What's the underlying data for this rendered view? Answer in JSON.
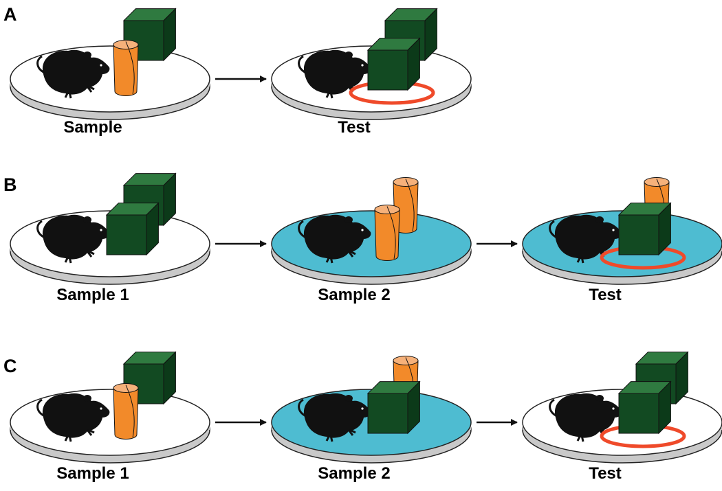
{
  "colors": {
    "arena_white": "#ffffff",
    "arena_blue": "#4ebcd1",
    "arena_edge": "#c9c9c9",
    "cube_front": "#124a22",
    "cube_top": "#2f7a40",
    "cube_side": "#0c3a19",
    "cylinder": "#f28a2a",
    "cylinder_top": "#f6b17a",
    "rat": "#111111",
    "target_ring": "#ef4a2a",
    "arrow": "#111111"
  },
  "panels": [
    {
      "letter": "A",
      "stages": [
        {
          "label": "Sample",
          "arena": "white",
          "objects": [
            "cube-back",
            "cylinder-front"
          ],
          "highlight": false
        },
        {
          "label": "Test",
          "arena": "white",
          "objects": [
            "cube-back",
            "cube-front"
          ],
          "highlight": true
        }
      ]
    },
    {
      "letter": "B",
      "stages": [
        {
          "label": "Sample 1",
          "arena": "white",
          "objects": [
            "cube-back",
            "cube-front"
          ],
          "highlight": false
        },
        {
          "label": "Sample 2",
          "arena": "blue",
          "objects": [
            "cylinder-back",
            "cylinder-front"
          ],
          "highlight": false
        },
        {
          "label": "Test",
          "arena": "blue",
          "objects": [
            "cylinder-back",
            "cube-front"
          ],
          "highlight": true
        }
      ]
    },
    {
      "letter": "C",
      "stages": [
        {
          "label": "Sample 1",
          "arena": "white",
          "objects": [
            "cube-back",
            "cylinder-front"
          ],
          "highlight": false
        },
        {
          "label": "Sample 2",
          "arena": "blue",
          "objects": [
            "cylinder-back",
            "cube-front"
          ],
          "highlight": false
        },
        {
          "label": "Test",
          "arena": "white",
          "objects": [
            "cube-back",
            "cube-front"
          ],
          "highlight": true
        }
      ]
    }
  ]
}
